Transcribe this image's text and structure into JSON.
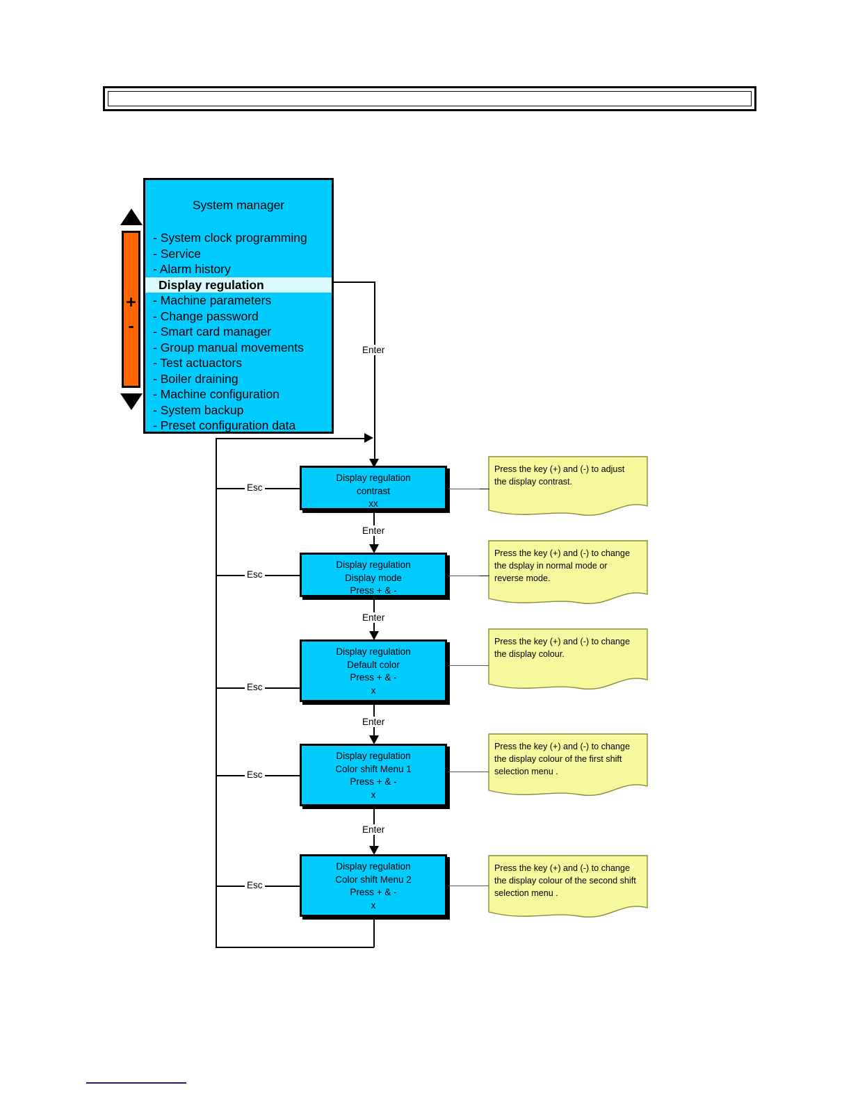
{
  "header": {
    "title": ""
  },
  "menu_panel": {
    "title": "System manager",
    "items": [
      {
        "label": "- System clock programming",
        "selected": false
      },
      {
        "label": "- Service",
        "selected": false
      },
      {
        "label": "- Alarm history",
        "selected": false
      },
      {
        "label": "Display regulation",
        "selected": true
      },
      {
        "label": "- Machine parameters",
        "selected": false
      },
      {
        "label": "- Change password",
        "selected": false
      },
      {
        "label": "- Smart card manager",
        "selected": false
      },
      {
        "label": "- Group manual movements",
        "selected": false
      },
      {
        "label": "- Test actuactors",
        "selected": false
      },
      {
        "label": "- Boiler draining",
        "selected": false
      },
      {
        "label": "- Machine configuration",
        "selected": false
      },
      {
        "label": "- System backup",
        "selected": false
      },
      {
        "label": "- Preset configuration data",
        "selected": false
      }
    ]
  },
  "scroll_widget": {
    "up_arrow": "scroll-up-triangle",
    "down_arrow": "scroll-down-triangle",
    "plus": "+",
    "minus": "-"
  },
  "screens": [
    {
      "id": "contrast",
      "lines": [
        "Display regulation",
        "contrast",
        "xx"
      ],
      "esc_label": "Esc",
      "enter_label": "Enter",
      "note": [
        "Press the key  (+) and (-) to adjust",
        "the display contrast."
      ]
    },
    {
      "id": "display-mode",
      "lines": [
        "Display regulation",
        "Display mode",
        "Press + & -"
      ],
      "esc_label": "Esc",
      "enter_label": "Enter",
      "note": [
        "Press the key  (+) and (-) to change",
        "the dsplay in normal mode or",
        "reverse mode."
      ]
    },
    {
      "id": "default-color",
      "lines": [
        "Display regulation",
        "Default color",
        "Press + & -",
        "x"
      ],
      "esc_label": "Esc",
      "enter_label": "Enter",
      "note": [
        "Press the key (+) and (-) to change",
        "the display colour."
      ]
    },
    {
      "id": "color-shift-menu-1",
      "lines": [
        "Display regulation",
        "Color shift Menu 1",
        "Press + & -",
        "x"
      ],
      "esc_label": "Esc",
      "enter_label": "Enter",
      "note": [
        "Press the key (+) and (-) to change",
        "the display colour of the first shift",
        "selection menu ."
      ]
    },
    {
      "id": "color-shift-menu-2",
      "lines": [
        "Display regulation",
        "Color shift Menu 2",
        "Press + & -",
        "x"
      ],
      "esc_label": "Esc",
      "enter_label": "",
      "note": [
        "Press the key (+) and (-) to change",
        "the display colour of the second shift",
        "selection menu ."
      ]
    }
  ],
  "edges": {
    "menu_enter_label": "Enter"
  },
  "colors": {
    "screen_fill": "#00ccff",
    "screen_border": "#000000",
    "highlight_fill": "#d9fbff",
    "note_fill": "#f7f79e",
    "note_border": "#8a8a3c",
    "scroll_fill": "#ff6600",
    "footer_rule": "#1c1c8c"
  }
}
